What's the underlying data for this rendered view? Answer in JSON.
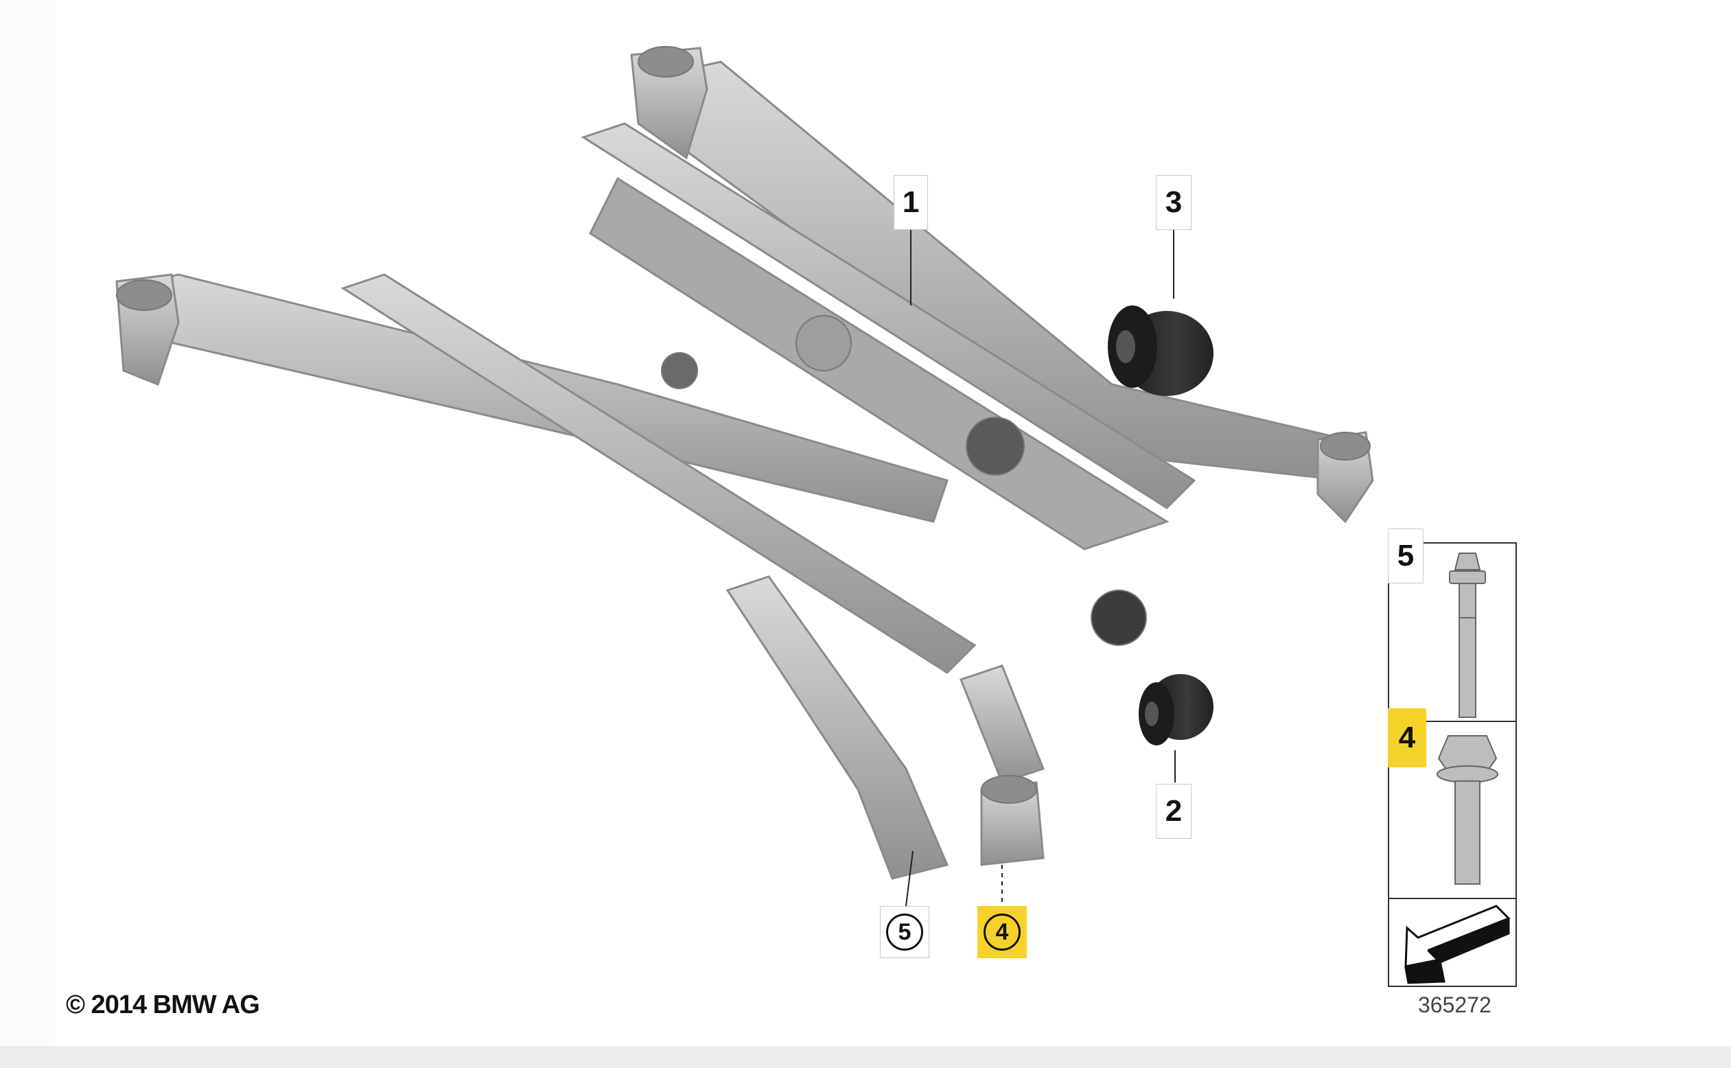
{
  "callouts": {
    "c1": "1",
    "c2": "2",
    "c3": "3",
    "c4_circled": "4",
    "c5_circled": "5",
    "c4_box": "4",
    "c5_box": "5"
  },
  "footer": {
    "copyright": "© 2014 BMW AG",
    "diagram_number": "365272"
  },
  "colors": {
    "highlight": "#f5d22a",
    "metal": "#b7b7b7",
    "rubber": "#2b2b2b"
  },
  "icons": [
    "direction-arrow-icon",
    "bolt-icon",
    "nut-bolt-icon"
  ]
}
